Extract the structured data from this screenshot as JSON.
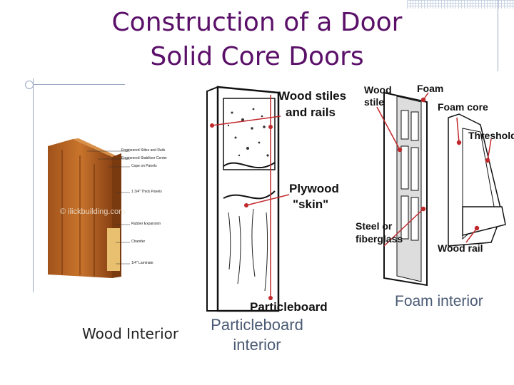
{
  "slide": {
    "title_line1": "Construction of a Door",
    "title_line2": "Solid Core Doors",
    "title_color": "#5a1068"
  },
  "wood_figure": {
    "labels": [
      "Engineered Stiles and Rails",
      "Engineered Stabilizer Center",
      "Cope on Panels",
      "1 3/4\" Thick Panels",
      "Rubber Expansion",
      "Chamfer",
      "1/4\" Laminate"
    ],
    "watermark": "© ilickbuilding.com",
    "caption": "Wood Interior"
  },
  "particle_figure": {
    "label_stiles": [
      "Wood stiles",
      "and rails"
    ],
    "label_plywood": [
      "Plywood",
      "\"skin\""
    ],
    "label_particle": "Particleboard",
    "caption_line1": "Particleboard",
    "caption_line2": "interior"
  },
  "foam_figure": {
    "label_wood_stile": [
      "Wood",
      "stile"
    ],
    "label_foam": "Foam",
    "label_foam_core": "Foam core",
    "label_threshold": "Threshold",
    "label_steel": [
      "Steel or",
      "fiberglass"
    ],
    "label_wood_rail": "Wood rail",
    "caption": "Foam interior"
  }
}
